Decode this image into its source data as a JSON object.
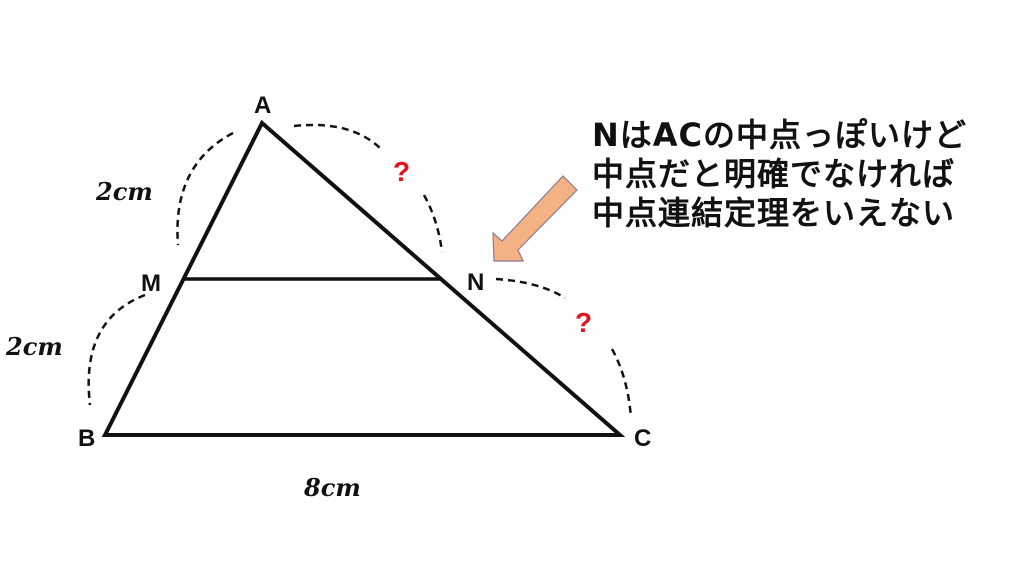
{
  "diagram": {
    "vertices": {
      "A": "A",
      "B": "B",
      "C": "C",
      "M": "M",
      "N": "N"
    },
    "lengths": {
      "AM": "2cm",
      "MB": "2cm",
      "BC": "8cm"
    },
    "unknowns": {
      "AN": "?",
      "NC": "?"
    },
    "colors": {
      "line": "#111111",
      "question": "#e0161e",
      "arrow_fill": "#f4b183",
      "arrow_stroke": "#8c7a8f"
    }
  },
  "note": {
    "lines": [
      "NはACの中点っぽいけど",
      "中点だと明確でなければ",
      "中点連結定理をいえない"
    ]
  }
}
